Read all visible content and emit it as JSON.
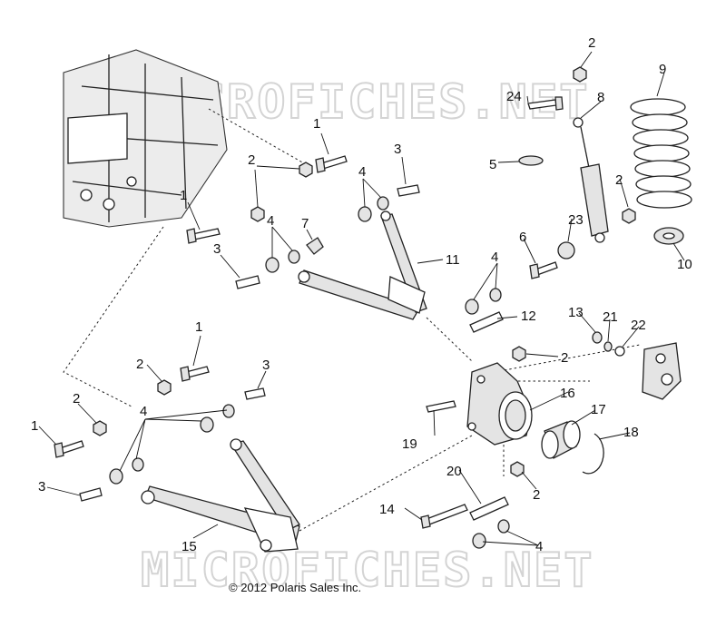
{
  "watermark": {
    "text": "MICROFICHES.NET"
  },
  "copyright": "© 2012 Polaris Sales Inc.",
  "callouts": [
    "1",
    "2",
    "3",
    "4",
    "5",
    "6",
    "7",
    "8",
    "9",
    "10",
    "11",
    "12",
    "13",
    "14",
    "15",
    "16",
    "17",
    "18",
    "19",
    "20",
    "21",
    "22",
    "23",
    "24"
  ],
  "colors": {
    "line": "#222222",
    "watermark": "#d4d4d4",
    "background": "#ffffff"
  }
}
